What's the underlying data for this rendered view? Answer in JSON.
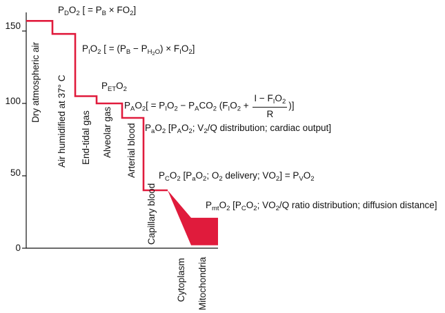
{
  "chart_data": {
    "type": "line",
    "ylim": [
      0,
      165
    ],
    "yticks": [
      "150",
      "100",
      "50",
      "0"
    ],
    "ytick_values": [
      150,
      100,
      50,
      0
    ],
    "line_color": "#e01b3c",
    "steps": [
      {
        "name": "Dry atmospheric air",
        "value": 157
      },
      {
        "name": "Air humidified at 37° C",
        "value": 148
      },
      {
        "name": "End-tidal gas",
        "value": 105
      },
      {
        "name": "Alveolar gas",
        "value": 100
      },
      {
        "name": "Arterial blood",
        "value": 90
      },
      {
        "name": "Capillary blood",
        "value": 40
      },
      {
        "name": "Cytoplasm",
        "value": 2
      },
      {
        "name": "Mitochondria",
        "value": 21
      }
    ]
  },
  "annotations": {
    "pdo2": {
      "a": "P",
      "a_sub": "D",
      "b": "O",
      "b_sub": "2",
      "c": " [ = P",
      "c_sub": "B",
      "d": " × FO",
      "d_sub": "2",
      "e": "]"
    },
    "pio2": {
      "a": "P",
      "a_sub": "I",
      "b": "O",
      "b_sub": "2",
      "c": " [ = (P",
      "c_sub": "B",
      "d": " − P",
      "d_sub": "H",
      "d_subsub": "2",
      "d2": "O",
      "e": ") × F",
      "e_sub": "I",
      "f": "O",
      "f_sub": "2",
      "g": "]"
    },
    "peto2": {
      "a": "P",
      "a_sub": "ET",
      "b": "O",
      "b_sub": "2"
    },
    "pao2_alv": {
      "a": "P",
      "a_sub": "A",
      "b": "O",
      "b_sub": "2",
      "c": "[ = P",
      "c_sub": "I",
      "d": "O",
      "d_sub": "2",
      "e": " − P",
      "e_sub": "A",
      "f": "CO",
      "f_sub": "2",
      "g": " (F",
      "g_sub": "I",
      "h": "O",
      "h_sub": "2",
      "i": " + ",
      "frac_num": "I − F",
      "frac_num_sub": "I",
      "frac_num2": "O",
      "frac_num2_sub": "2",
      "frac_den": "R",
      "j": ")]"
    },
    "pao2_art": {
      "a": "P",
      "a_sub": "a",
      "b": "O",
      "b_sub": "2",
      "c": " [P",
      "c_sub": "A",
      "d": "O",
      "d_sub": "2",
      "e": "; V",
      "e_sub": "2",
      "f": "/Q",
      "g": " distribution; cardiac output]"
    },
    "pco2": {
      "a": "P",
      "a_sub": "C",
      "b": "O",
      "b_sub": "2",
      "c": " [P",
      "c_sub": "a",
      "d": "O",
      "d_sub": "2",
      "e": "; O",
      "e_sub": "2",
      "f": " delivery; VO",
      "f_sub": "2",
      "g": "] = P",
      "g_sub": "V",
      "h": "O",
      "h_sub": "2"
    },
    "pmto2": {
      "a": "P",
      "a_sub": "mt",
      "b": "O",
      "b_sub": "2",
      "c": " [P",
      "c_sub": "C",
      "d": "O",
      "d_sub": "2",
      "e": "; VO",
      "e_sub": "2",
      "f": "/Q ratio distribution; diffusion distance]"
    }
  }
}
